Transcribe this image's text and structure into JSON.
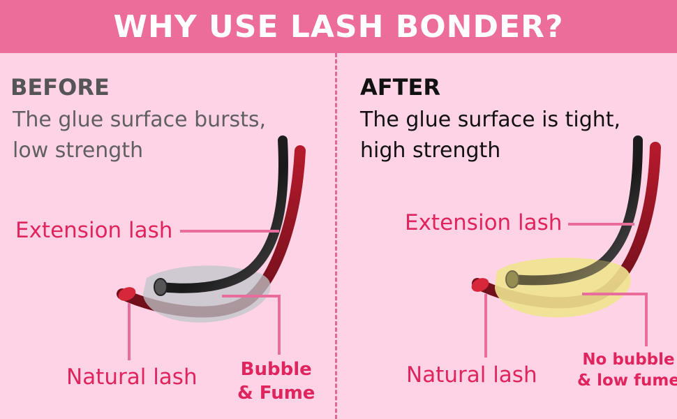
{
  "title": "WHY USE LASH BONDER?",
  "before": {
    "heading": "BEFORE",
    "line1": "The glue surface bursts,",
    "line2": "low strength",
    "extension_label": "Extension lash",
    "natural_label": "Natural lash",
    "effect_line1": "Bubble",
    "effect_line2": "& Fume"
  },
  "after": {
    "heading": "AFTER",
    "line1": "The glue surface is tight,",
    "line2": "high strength",
    "extension_label": "Extension lash",
    "natural_label": "Natural lash",
    "effect_line1": "No bubble",
    "effect_line2": "& low fume"
  },
  "colors": {
    "header": "#ec6c9a",
    "background": "#ffd3e6",
    "label": "#e0245e",
    "callout_line": "#e86d9c",
    "divider": "#e06a97"
  }
}
